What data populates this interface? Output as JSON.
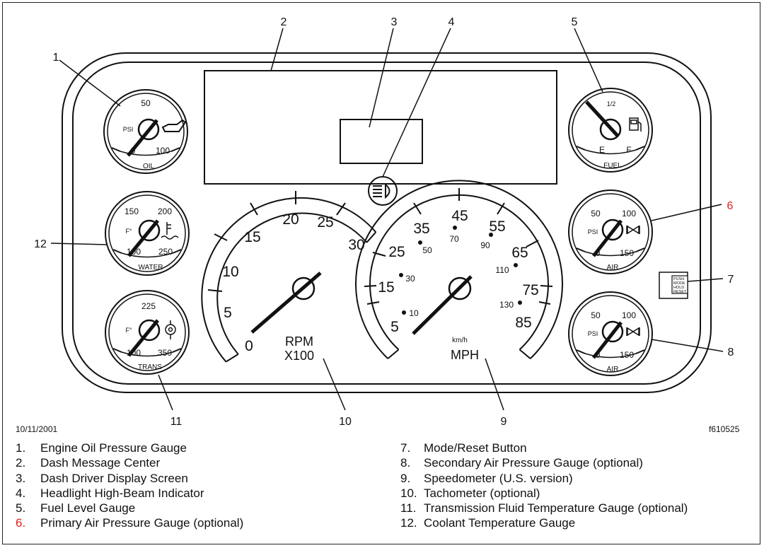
{
  "callouts": [
    "1",
    "2",
    "3",
    "4",
    "5",
    "6",
    "7",
    "8",
    "9",
    "10",
    "11",
    "12"
  ],
  "gauges": {
    "oil": {
      "title": "OIL",
      "unit": "PSI",
      "ticks": [
        "50",
        "0",
        "100"
      ]
    },
    "fuel": {
      "title": "FUEL",
      "ticks": [
        "1/2",
        "E",
        "F"
      ]
    },
    "water": {
      "title": "WATER",
      "unit": "F°",
      "ticks": [
        "150",
        "200",
        "100",
        "250"
      ]
    },
    "air_primary": {
      "title": "AIR",
      "unit": "PSI",
      "ticks": [
        "50",
        "100",
        "0",
        "150"
      ]
    },
    "air_secondary": {
      "title": "AIR",
      "unit": "PSI",
      "ticks": [
        "50",
        "100",
        "0",
        "150"
      ]
    },
    "trans": {
      "title": "TRANS",
      "unit": "F°",
      "ticks": [
        "225",
        "100",
        "350"
      ]
    }
  },
  "tachometer": {
    "label_line1": "RPM",
    "label_line2": "X100",
    "ticks": [
      "0",
      "5",
      "10",
      "15",
      "20",
      "25",
      "30"
    ]
  },
  "speedometer": {
    "unit": "MPH",
    "unit_secondary": "km/h",
    "mph_ticks": [
      "5",
      "15",
      "25",
      "35",
      "45",
      "55",
      "65",
      "75",
      "85"
    ],
    "kmh_ticks": [
      "10",
      "30",
      "50",
      "70",
      "90",
      "110",
      "130"
    ]
  },
  "mode_button": {
    "line1": "PUSH",
    "line2": "MODE",
    "line3": "HOLD",
    "line4": "RESET"
  },
  "date": "10/11/2001",
  "figure_id": "f610525",
  "legend": [
    {
      "num": "1.",
      "text": "Engine Oil Pressure Gauge"
    },
    {
      "num": "2.",
      "text": "Dash Message Center"
    },
    {
      "num": "3.",
      "text": "Dash Driver Display Screen"
    },
    {
      "num": "4.",
      "text": "Headlight High-Beam Indicator"
    },
    {
      "num": "5.",
      "text": "Fuel Level Gauge"
    },
    {
      "num": "6.",
      "text": "Primary Air Pressure Gauge (optional)"
    },
    {
      "num": "7.",
      "text": "Mode/Reset Button"
    },
    {
      "num": "8.",
      "text": "Secondary Air Pressure Gauge (optional)"
    },
    {
      "num": "9.",
      "text": "Speedometer (U.S. version)"
    },
    {
      "num": "10.",
      "text": "Tachometer (optional)"
    },
    {
      "num": "11.",
      "text": "Transmission Fluid Temperature Gauge (optional)"
    },
    {
      "num": "12.",
      "text": "Coolant Temperature Gauge"
    }
  ],
  "colors": {
    "line": "#111111",
    "highlight": "#e0201a",
    "background": "#ffffff"
  }
}
